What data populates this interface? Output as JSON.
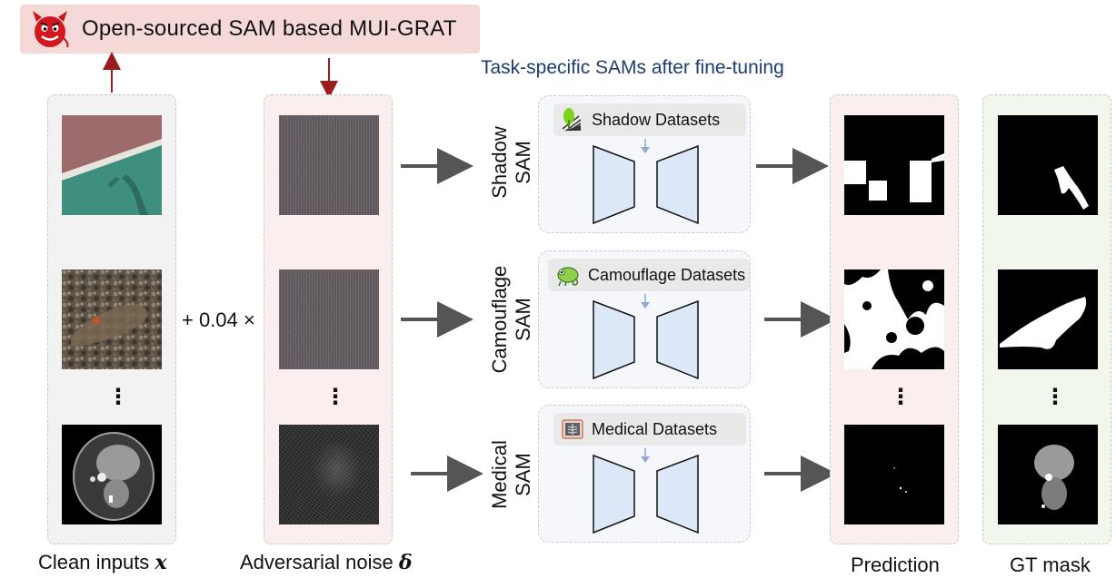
{
  "banner": {
    "text": "Open-sourced SAM based MUI-GRAT",
    "icon": "devil-icon"
  },
  "header": {
    "title": "Task-specific SAMs after fine-tuning"
  },
  "multiplier": "+ 0.04 ×",
  "ellipsis": "⋮",
  "columns": {
    "clean": {
      "label": "Clean inputs",
      "symbol": "𝒙"
    },
    "noise": {
      "label": "Adversarial noise",
      "symbol": "𝜹"
    },
    "prediction": {
      "label": "Prediction"
    },
    "gt": {
      "label": "GT mask"
    }
  },
  "sams": [
    {
      "line1": "Shadow",
      "line2": "SAM",
      "dataset": "Shadow Datasets",
      "icon": "shadow-icon"
    },
    {
      "line1": "Camouflage",
      "line2": "SAM",
      "dataset": "Camouflage Datasets",
      "icon": "chameleon-icon"
    },
    {
      "line1": "Medical",
      "line2": "SAM",
      "dataset": "Medical Datasets",
      "icon": "xray-icon"
    }
  ],
  "colors": {
    "attack_arrow": "#9b1c1c",
    "flow_arrow": "#555555",
    "encoder_fill": "#dce8f8",
    "title_blue": "#1f3b73",
    "banner_bg": "#f5d9d9"
  }
}
